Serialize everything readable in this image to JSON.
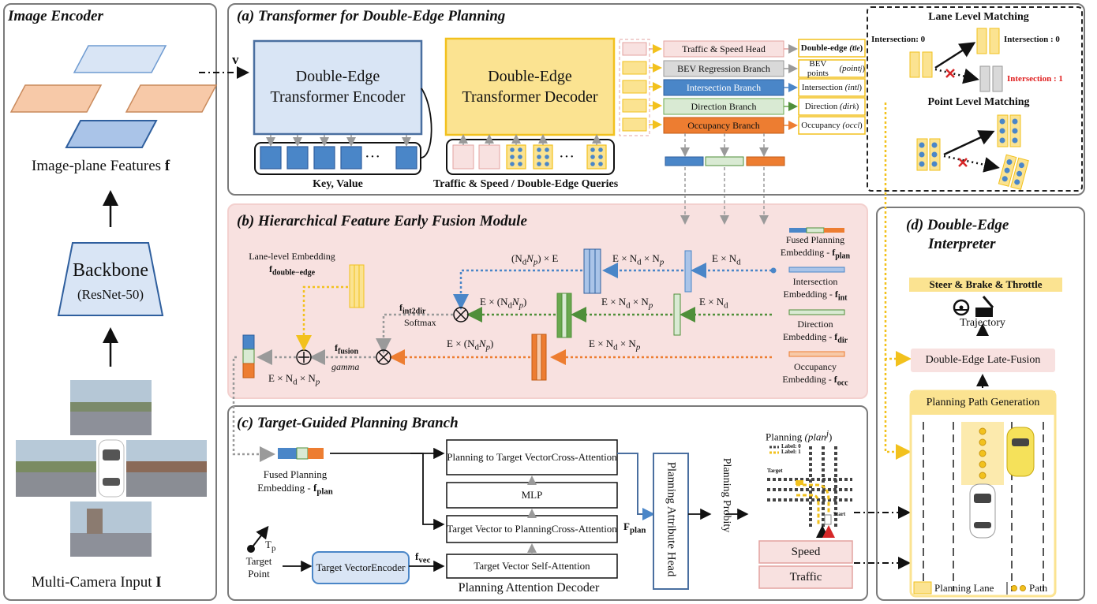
{
  "image_encoder": {
    "title": "Image Encoder",
    "features_label": "Image-plane Features",
    "features_symbol": "f",
    "backbone_title": "Backbone",
    "backbone_subtitle": "(ResNet-50)",
    "input_label": "Multi-Camera Input",
    "input_symbol": "I",
    "v_label": "v"
  },
  "panel_a": {
    "title": "(a) Transformer for Double-Edge Planning",
    "encoder_label": "Double-Edge Transformer Encoder",
    "decoder_label": "Double-Edge Transformer Decoder",
    "kv_label": "Key, Value",
    "queries_label": "Traffic & Speed / Double-Edge Queries",
    "ellipsis": "···",
    "branches": [
      {
        "label": "Traffic & Speed Head",
        "output": "Double-edge",
        "output_sym": "(t",
        "output_sup": "l",
        "output_sub": "e",
        "output_end": ")"
      },
      {
        "label": "BEV Regression Branch",
        "output": "BEV points",
        "output_sym": "(point",
        "output_sup": "j",
        "output_end": ")"
      },
      {
        "label": "Intersection Branch",
        "output": "Intersection",
        "output_sym": "(int",
        "output_sup": "l",
        "output_end": ")"
      },
      {
        "label": "Direction Branch",
        "output": "Direction",
        "output_sym": "(dir",
        "output_sup": "k",
        "output_end": ")"
      },
      {
        "label": "Occupancy Branch",
        "output": "Occupancy",
        "output_sym": "(occ",
        "output_sup": "l",
        "output_end": ")"
      }
    ],
    "matching": {
      "lane_title": "Lane Level Matching",
      "left_label": "Intersection: 0",
      "top_right_label": "Intersection : 0",
      "bottom_right_label": "Intersection : 1",
      "point_title": "Point Level Matching"
    }
  },
  "panel_b": {
    "title": "(b) Hierarchical Feature Early Fusion Module",
    "lane_embedding_label": "Lane-level Embedding",
    "lane_embedding_symbol": "f",
    "lane_embedding_sub": "double−edge",
    "embeddings": [
      {
        "line1": "Fused Planning",
        "line2": "Embedding - ",
        "sym": "f",
        "sub": "plan"
      },
      {
        "line1": "Intersection",
        "line2": "Embedding - ",
        "sym": "f",
        "sub": "int"
      },
      {
        "line1": "Direction",
        "line2": "Embedding - ",
        "sym": "f",
        "sub": "dir"
      },
      {
        "line1": "Occupancy",
        "line2": "Embedding - ",
        "sym": "f",
        "sub": "occ"
      }
    ],
    "dims": {
      "e_nd": "E × N",
      "e_nd_sub": "d",
      "e_nd_np": "E × N",
      "np_part": " × N",
      "p": "p",
      "nd_np_e_pre": "(N",
      "nd_np_e_post": ") × E",
      "e_ndnp_pre": "E × (N",
      "e_ndnp_post": ")"
    },
    "f_int2dir": "f",
    "f_int2dir_sub": "int2dir",
    "softmax": "Softmax",
    "f_fusion": "f",
    "f_fusion_sub": "fusion",
    "gamma": "gamma"
  },
  "panel_c": {
    "title": "(c) Target-Guided Planning Branch",
    "fused_line1": "Fused Planning",
    "fused_line2": "Embedding - ",
    "fused_sym": "f",
    "fused_sub": "plan",
    "target_point_line1": "Target",
    "target_point_line2": "Point",
    "tp_symbol": "T",
    "tp_sub": "p",
    "tve_line1": "Target Vector",
    "tve_line2": "Encoder",
    "f_vec": "f",
    "f_vec_sub": "vec",
    "decoder_blocks": [
      {
        "line1": "Planning to Target Vector",
        "line2": "Cross-Attention"
      },
      {
        "line1": "MLP",
        "line2": ""
      },
      {
        "line1": "Target Vector to Planning",
        "line2": "Cross-Attention"
      },
      {
        "line1": "Target Vector Self-Attention",
        "line2": ""
      }
    ],
    "decoder_caption": "Planning Attention Decoder",
    "f_plan_out": "F",
    "f_plan_out_sub": "plan",
    "head_label": "Planning Attribute Head",
    "probity_label": "Planning Probity",
    "planning_title": "Planning",
    "planning_sym": "(plan",
    "planning_sup": "j",
    "planning_end": ")",
    "legend_label0": "Label: 0",
    "legend_label1": "Label: 1",
    "target_tag": "Target",
    "start_tag": "Start",
    "speed_label": "Speed",
    "traffic_label": "Traffic"
  },
  "panel_d": {
    "title_line1": "(d) Double-Edge",
    "title_line2": "Interpreter",
    "control_label": "Steer & Brake & Throttle",
    "trajectory_label": "Trajectory",
    "late_fusion_label": "Double-Edge Late-Fusion",
    "ppg_label": "Planning Path Generation",
    "legend_lane": "Planning Lane",
    "legend_path": "Path"
  },
  "colors": {
    "blue": "#4a86c8",
    "blue_fill": "#d9e5f5",
    "yellow_fill": "#fbe391",
    "yellow": "#f2c11d",
    "orange": "#ed7d31",
    "orange_fill": "#f7c9a8",
    "green": "#6aa84f",
    "green_fill": "#d9ead3",
    "pink_panel": "#f8e1e0",
    "pink_box": "#f4c7c3",
    "gray": "#8c8c8c"
  }
}
